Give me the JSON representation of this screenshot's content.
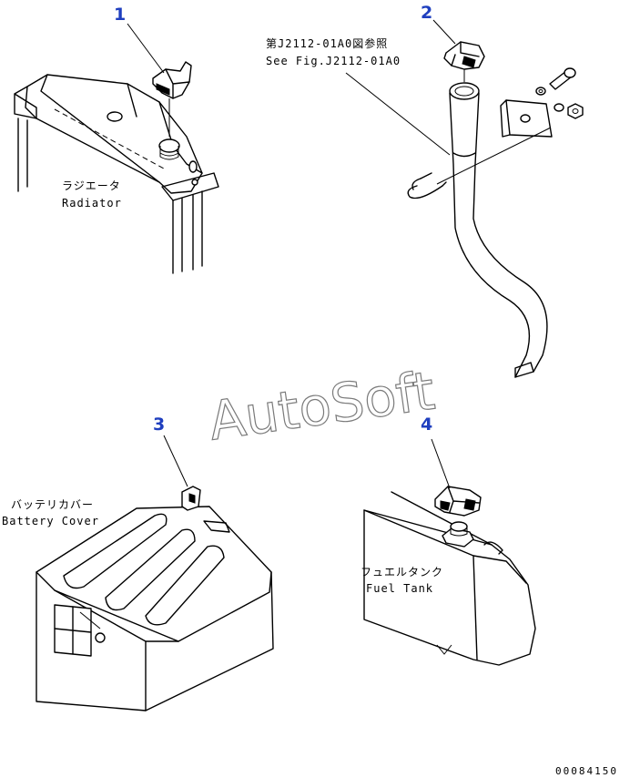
{
  "callouts": {
    "c1": "1",
    "c2": "2",
    "c3": "3",
    "c4": "4"
  },
  "radiator": {
    "label_jp": "ラジエータ",
    "label_en": "Radiator"
  },
  "reference": {
    "label_jp": "第J2112-01A0図参照",
    "label_en": "See Fig.J2112-01A0"
  },
  "battery": {
    "label_jp": "バッテリカバー",
    "label_en": "Battery Cover"
  },
  "fuel_tank": {
    "label_jp": "フュエルタンク",
    "label_en": "Fuel Tank"
  },
  "watermark": "AutoSoft",
  "drawing_number": "00084150",
  "colors": {
    "callout": "#1f3fbf",
    "line": "#000000",
    "watermark_outline": "#7a7a7a"
  }
}
